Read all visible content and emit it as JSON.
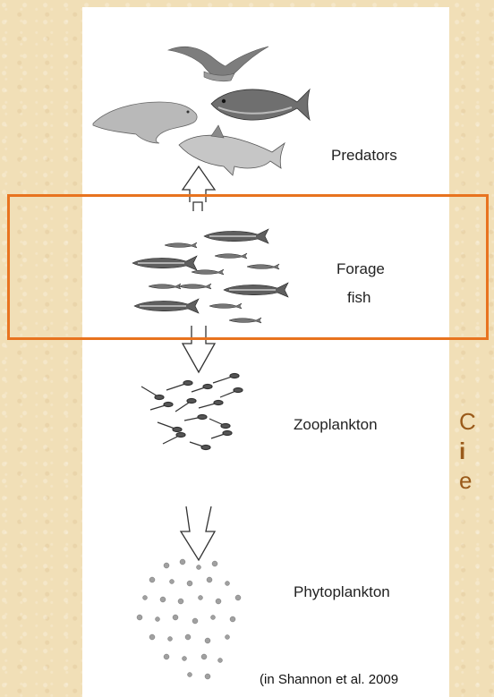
{
  "levels": {
    "predators": "Predators",
    "forage_line1": "Forage",
    "forage_line2": "fish",
    "zooplankton": "Zooplankton",
    "phytoplankton": "Phytoplankton"
  },
  "side_text": {
    "line1": "C",
    "line2": "i",
    "line3": "e"
  },
  "citation": "(in Shannon et al. 2009",
  "colors": {
    "background": "#f1dfb7",
    "highlight": "#e8731f",
    "side_text": "#9a5a1a"
  },
  "icons": {
    "predators": [
      "seabird-icon",
      "seal-icon",
      "tuna-icon",
      "shark-icon"
    ],
    "forage": "small-pelagic-fish-icon",
    "zooplankton": "copepod-icon",
    "phytoplankton": "phytoplankton-cell-icon",
    "arrows": [
      "arrow-up-icon",
      "arrow-down-icon",
      "arrow-down-icon"
    ]
  }
}
